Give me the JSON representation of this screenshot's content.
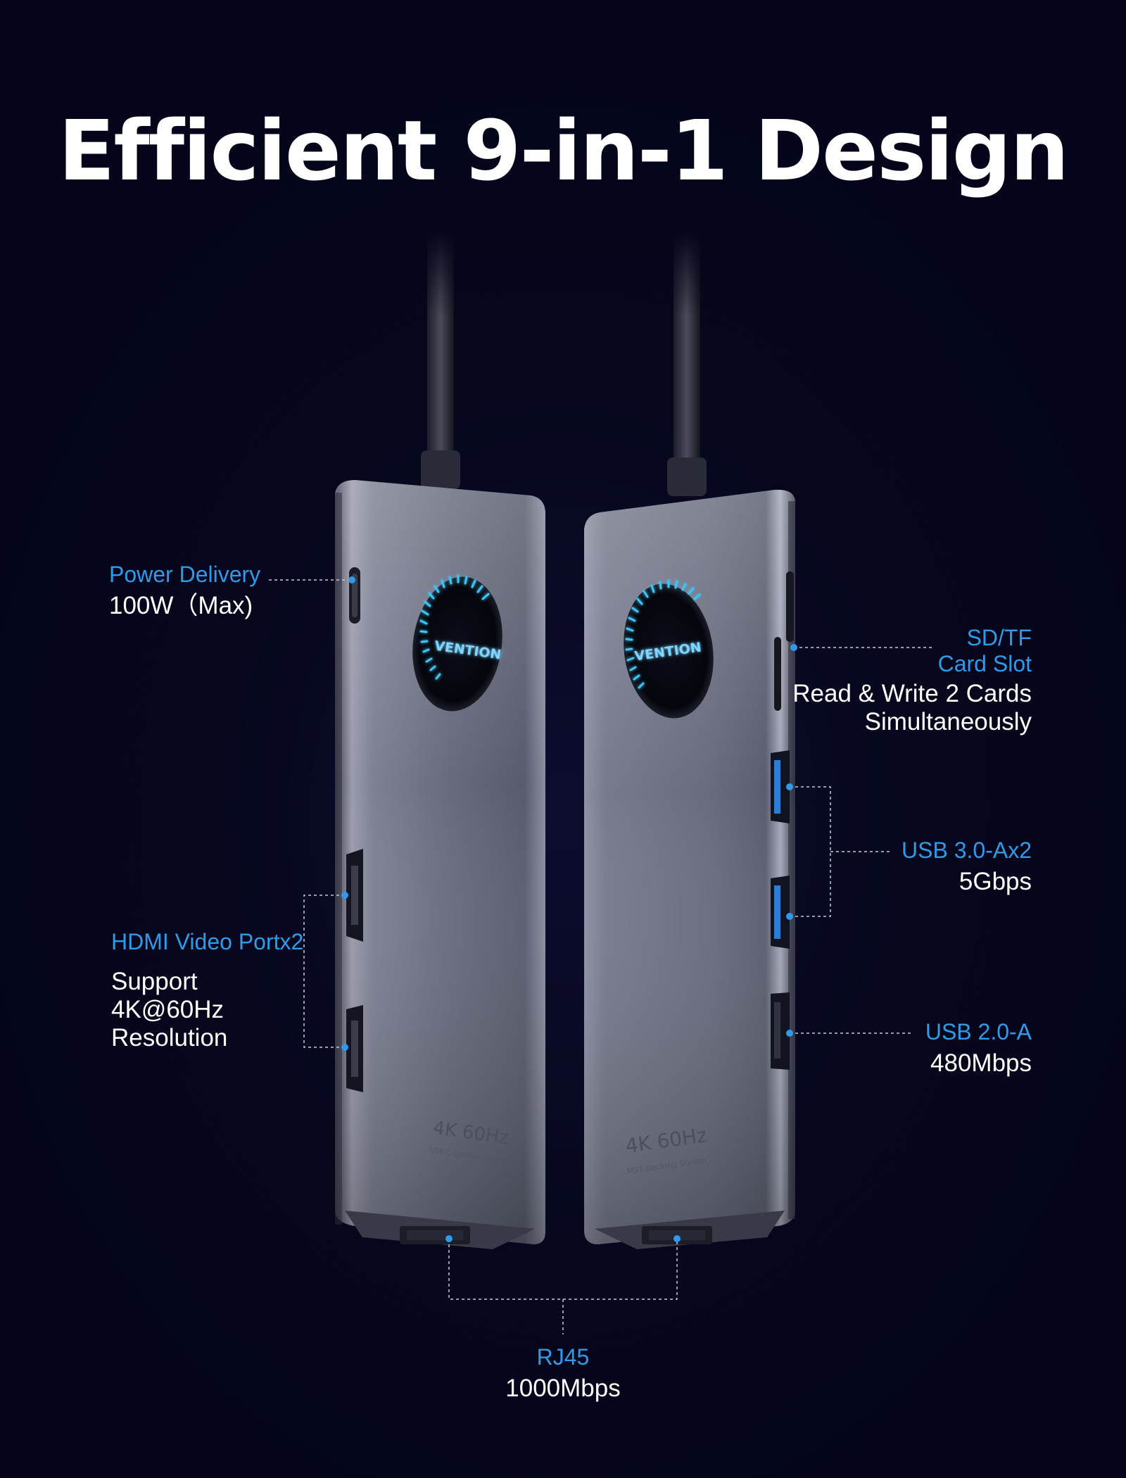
{
  "title": "Efficient 9-in-1 Design",
  "brand": "VENTION",
  "device_left": {
    "badge": "4K 60Hz",
    "subtitle": "USB-C Docking Station"
  },
  "device_right": {
    "badge": "4K 60Hz",
    "subtitle": "MST Docking Station"
  },
  "callouts": {
    "power": {
      "name": "Power Delivery",
      "desc": "100W（Max)"
    },
    "hdmi": {
      "name": "HDMI Video Portx2",
      "desc_lines": [
        "Support",
        "4K@60Hz",
        "Resolution"
      ]
    },
    "sd": {
      "name_lines": [
        "SD/TF",
        "Card Slot"
      ],
      "desc_lines": [
        "Read & Write 2 Cards",
        "Simultaneously"
      ]
    },
    "usb3": {
      "name": "USB 3.0-Ax2",
      "desc": "5Gbps"
    },
    "usb2": {
      "name": "USB 2.0-A",
      "desc": "480Mbps"
    },
    "rj45": {
      "name": "RJ45",
      "desc": "1000Mbps"
    }
  },
  "colors": {
    "background": "#05061a",
    "accent": "#2f9be8",
    "text": "#ffffff",
    "body": "#6e7185",
    "glow": "#3ec6f5"
  }
}
